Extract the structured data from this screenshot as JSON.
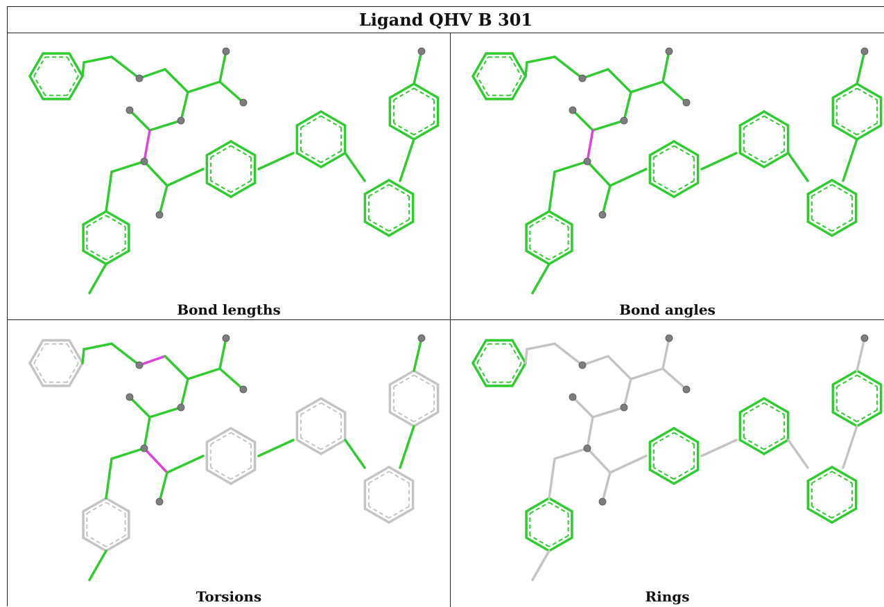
{
  "title": "Ligand QHV B 301",
  "panels": [
    {
      "caption": "Bond lengths",
      "scheme": "all-green",
      "outliers": [
        "bond-lengths"
      ]
    },
    {
      "caption": "Bond angles",
      "scheme": "all-green",
      "outliers": []
    },
    {
      "caption": "Torsions",
      "scheme": "torsion",
      "outliers": [
        "torsion-a",
        "torsion-b"
      ]
    },
    {
      "caption": "Rings",
      "scheme": "rings",
      "outliers": []
    }
  ],
  "colors": {
    "ok": "#2ecc2e",
    "outlier": "#e040e0",
    "neutral": "#c4c4c4",
    "atom": "#7d7d7d",
    "border": "#222222"
  }
}
